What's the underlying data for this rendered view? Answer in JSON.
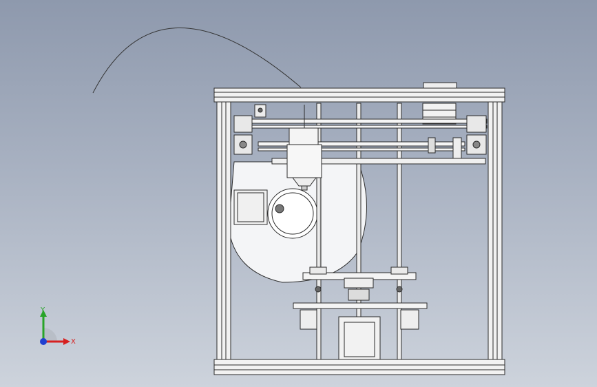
{
  "viewport": {
    "background_top": "#8e99ad",
    "background_bottom": "#cdd3dc"
  },
  "model": {
    "icon": "cad-3d-printer-model",
    "part_fill": "#ffffff",
    "edge_color": "#2b2b2b"
  },
  "triad": {
    "x_label": "X",
    "y_label": "Y",
    "x_color": "#d62020",
    "y_color": "#28a428",
    "z_color": "#1f3fd0"
  }
}
